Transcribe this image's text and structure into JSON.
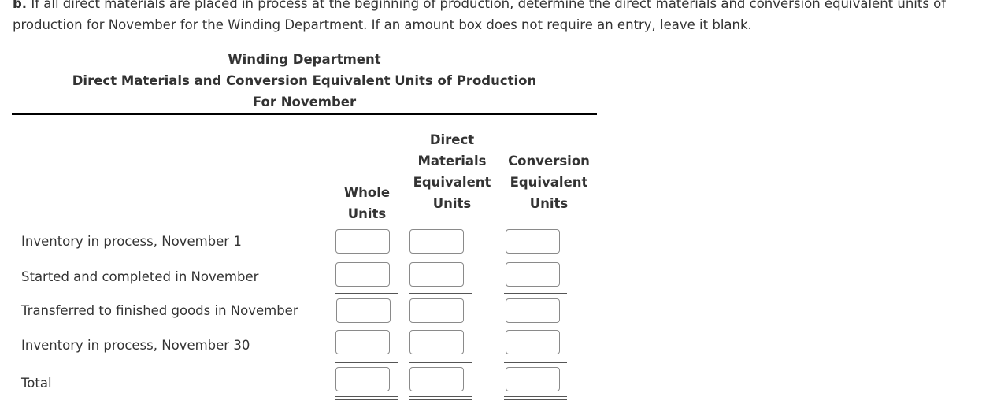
{
  "instruction": {
    "prefix": "b.",
    "text": " If all direct materials are placed in process at the beginning of production, determine the direct materials and conversion equivalent units of production for November for the Winding Department. If an amount box does not require an entry, leave it blank."
  },
  "heading": {
    "line1": "Winding Department",
    "line2": "Direct Materials and Conversion Equivalent Units of Production",
    "line3": "For November"
  },
  "columns": {
    "whole": [
      "Whole",
      "Units"
    ],
    "dm": [
      "Direct",
      "Materials",
      "Equivalent",
      "Units"
    ],
    "conv": [
      "Conversion",
      "Equivalent",
      "Units"
    ]
  },
  "rows": [
    {
      "label": "Inventory in process, November 1",
      "whole": "",
      "dm": "",
      "conv": ""
    },
    {
      "label": "Started and completed in November",
      "whole": "",
      "dm": "",
      "conv": ""
    },
    {
      "label": "Transferred to finished goods in November",
      "whole": "",
      "dm": "",
      "conv": ""
    },
    {
      "label": "Inventory in process, November 30",
      "whole": "",
      "dm": "",
      "conv": ""
    },
    {
      "label": "Total",
      "whole": "",
      "dm": "",
      "conv": ""
    }
  ]
}
